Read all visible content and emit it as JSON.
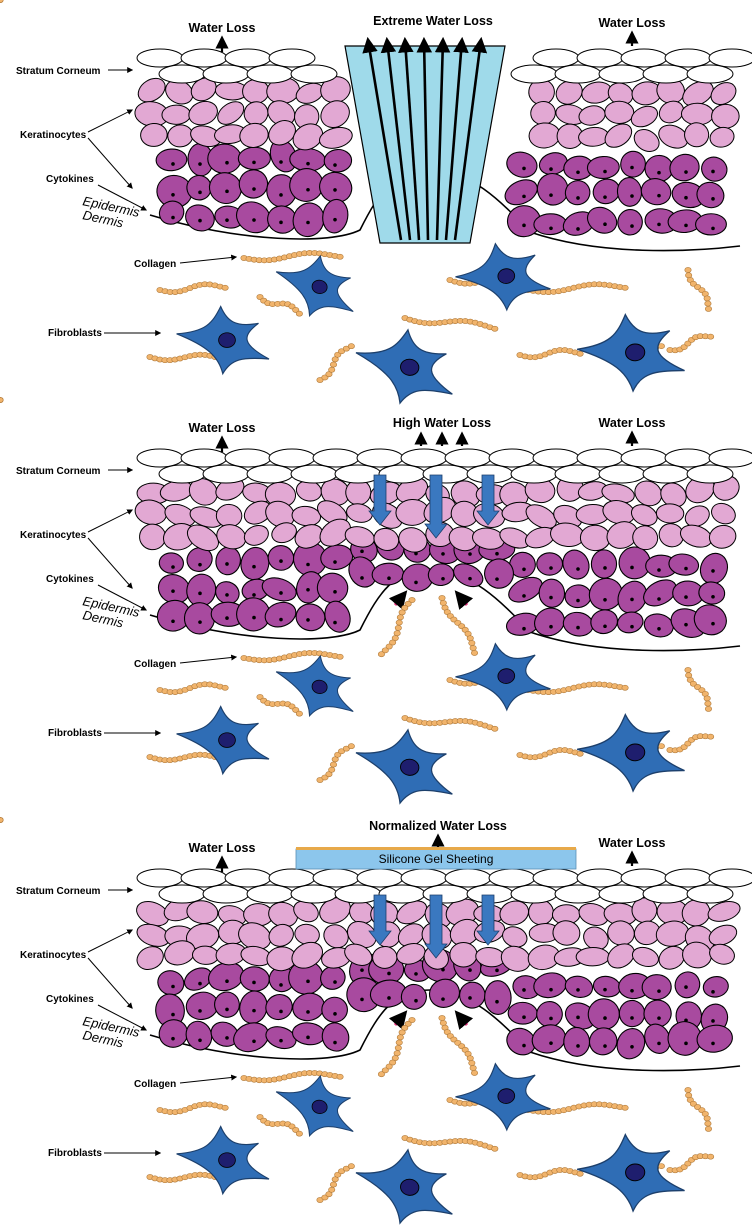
{
  "panels": [
    {
      "left_header": "Water Loss",
      "center_header": "Extreme Water Loss",
      "right_header": "Water Loss",
      "center_style": "funnel"
    },
    {
      "left_header": "Water Loss",
      "center_header": "High Water Loss",
      "right_header": "Water Loss",
      "center_style": "arrows"
    },
    {
      "left_header": "Water Loss",
      "center_header": "Normalized Water Loss",
      "right_header": "Water Loss",
      "center_style": "sheet",
      "sheet_label": "Silicone Gel Sheeting"
    }
  ],
  "labels": {
    "stratum_corneum": "Stratum Corneum",
    "keratinocytes": "Keratinocytes",
    "cytokines": "Cytokines",
    "epidermis": "Epidermis",
    "dermis": "Dermis",
    "collagen": "Collagen",
    "fibroblasts": "Fibroblasts"
  },
  "colors": {
    "stratum": "#ffffff",
    "upper_keratinocyte": "#e2a8d3",
    "lower_keratinocyte": "#a84a9f",
    "fibroblast": "#2f6db5",
    "nucleus": "#1e1e6e",
    "collagen": "#f1b46c",
    "funnel": "#9fdaea",
    "down_arrow": "#3a78c0",
    "cytokine_arrow": "#e0307a",
    "sheet": "#8cc6ec",
    "sheet_edge": "#e7a94a"
  }
}
